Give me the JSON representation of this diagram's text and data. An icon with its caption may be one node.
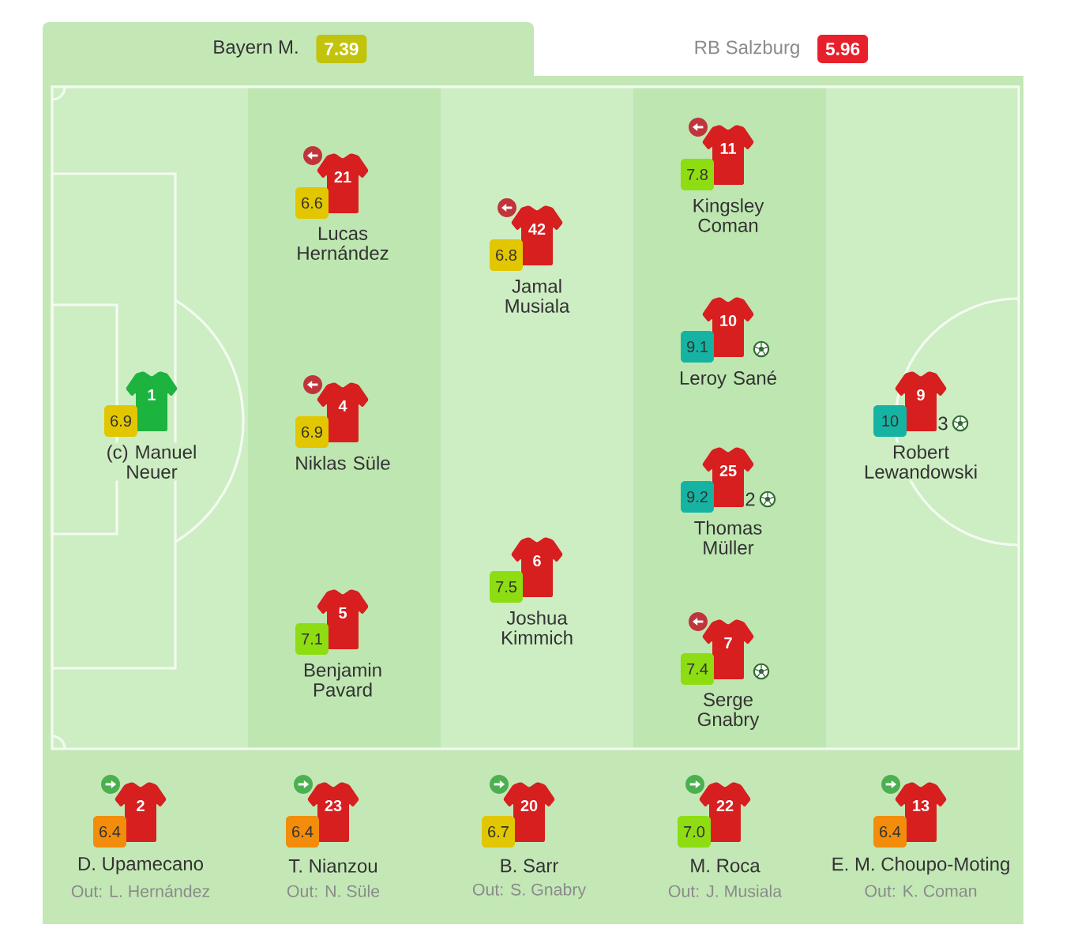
{
  "diagram": {
    "nodes": [
      {
        "text": [
          "Bayern M."
        ]
      },
      {
        "text": [
          "7.39"
        ],
        "in": 0
      },
      {
        "text": [
          "RB Salzburg"
        ]
      },
      {
        "text": [
          "5.96"
        ]
      },
      {
        "text": [
          "1"
        ],
        "beside": [
          "(c) Manuel Neuer"
        ]
      },
      {
        "text": [
          "6.9"
        ]
      },
      {
        "text": [
          "21"
        ],
        "beside": [
          "Lucas Hernández"
        ]
      },
      {
        "text": [
          "6.6"
        ]
      },
      {
        "text": [
          "4"
        ],
        "beside": [
          "Niklas Süle"
        ]
      },
      {
        "text": [
          "6.9"
        ]
      },
      {
        "text": [
          "5"
        ],
        "beside": [
          "Benjamin Pavard"
        ]
      },
      {
        "text": [
          "7.1"
        ]
      },
      {
        "text": [
          "42"
        ],
        "beside": [
          "Jamal Musiala"
        ]
      },
      {
        "text": [
          "6.8"
        ]
      },
      {
        "text": [
          "6"
        ],
        "beside": [
          "Joshua Kimmich"
        ]
      },
      {
        "text": [
          "7.5"
        ]
      },
      {
        "text": [
          "11"
        ],
        "beside": [
          "Kingsley Coman"
        ]
      },
      {
        "text": [
          "7.8"
        ]
      },
      {
        "text": [
          "10"
        ],
        "beside": [
          "Leroy Sané"
        ]
      },
      {
        "text": [
          "9.1"
        ]
      },
      {
        "text": [
          "25"
        ],
        "beside": [
          "Thomas Müller",
          "2"
        ]
      },
      {
        "text": [
          "9.2"
        ]
      },
      {
        "text": [
          "7"
        ],
        "beside": [
          "Serge Gnabry"
        ]
      },
      {
        "text": [
          "7.4"
        ]
      },
      {
        "text": [
          "9"
        ],
        "beside": [
          "Robert Lewandowski",
          "3"
        ]
      },
      {
        "text": [
          "10"
        ]
      },
      {
        "text": [
          "2"
        ],
        "beside": [
          "D. Upamecano",
          "Out: L. Hernández"
        ]
      },
      {
        "text": [
          "6.4"
        ]
      },
      {
        "text": [
          "23"
        ],
        "beside": [
          "T. Nianzou",
          "Out: N. Süle"
        ]
      },
      {
        "text": [
          "6.4"
        ]
      },
      {
        "text": [
          "20"
        ],
        "beside": [
          "B. Sarr",
          "Out: S. Gnabry"
        ]
      },
      {
        "text": [
          "6.7"
        ]
      },
      {
        "text": [
          "22"
        ],
        "beside": [
          "M. Roca",
          "Out: J. Musiala"
        ]
      },
      {
        "text": [
          "7.0"
        ]
      },
      {
        "text": [
          "13"
        ],
        "beside": [
          "E. M. Choupo-Moting",
          "Out: K. Coman"
        ]
      },
      {
        "text": [
          "6.4"
        ]
      }
    ]
  }
}
